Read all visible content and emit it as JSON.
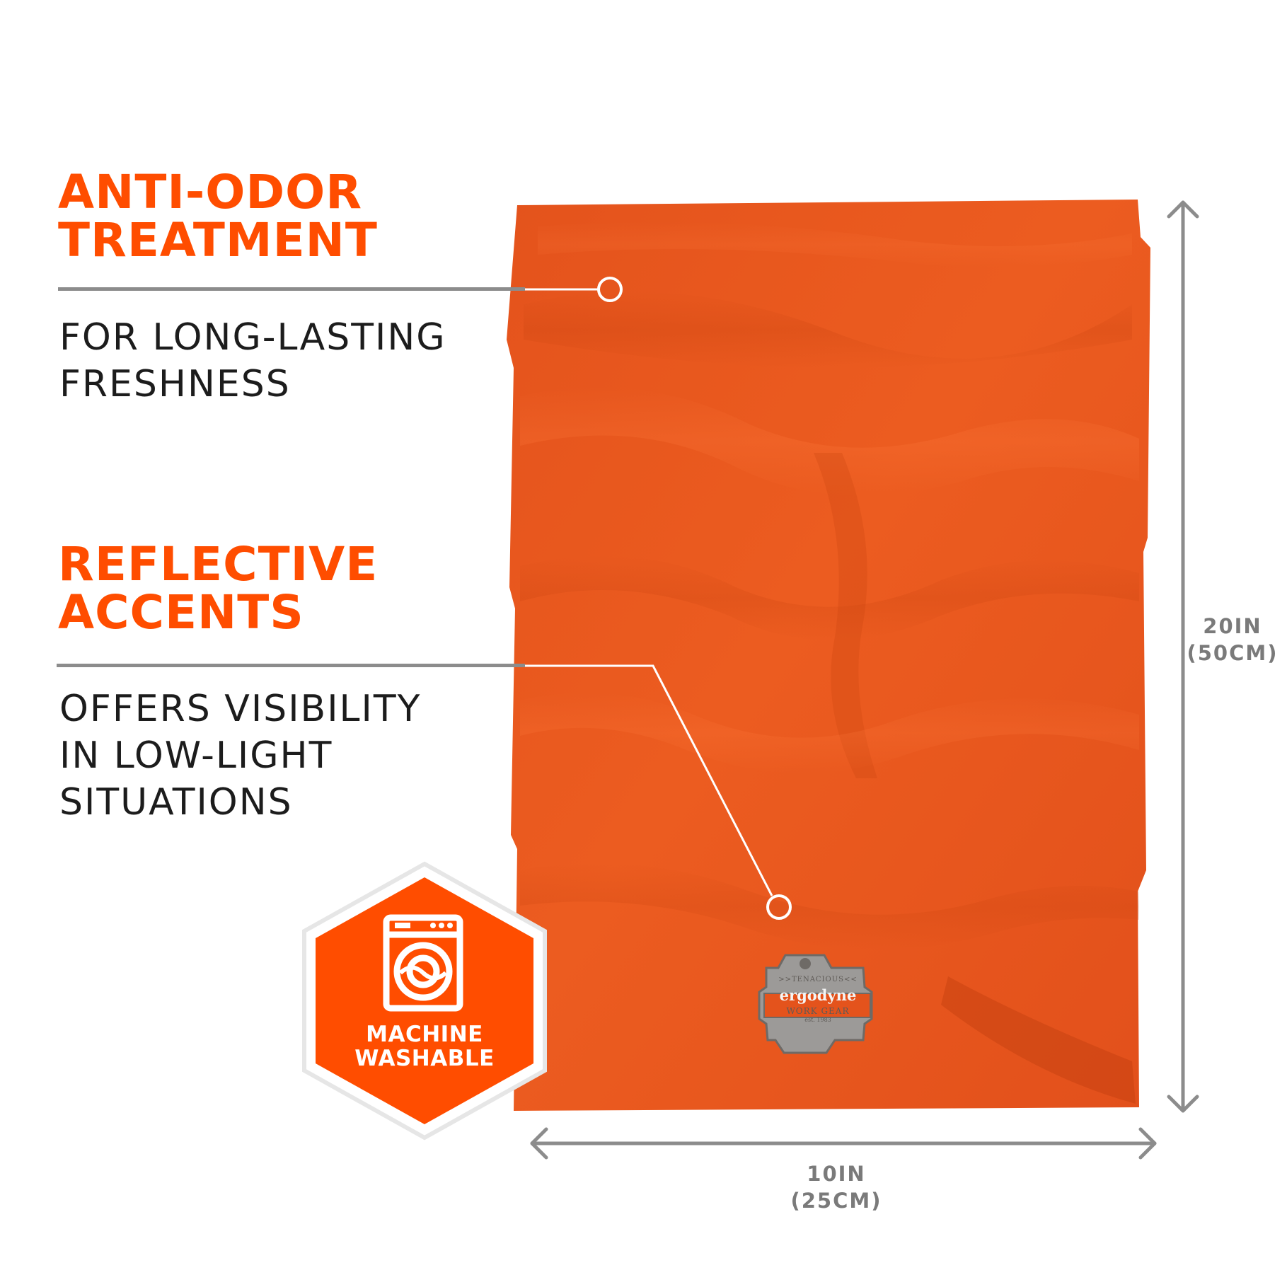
{
  "features": [
    {
      "heading_line1": "ANTI-ODOR",
      "heading_line2": "TREATMENT",
      "desc_line1": "FOR LONG-LASTING",
      "desc_line2": "FRESHNESS"
    },
    {
      "heading_line1": "REFLECTIVE",
      "heading_line2": "ACCENTS",
      "desc_line1": "OFFERS VISIBILITY",
      "desc_line2": "IN LOW-LIGHT",
      "desc_line3": "SITUATIONS"
    }
  ],
  "badge": {
    "icon": "washing-machine-icon",
    "line1": "MACHINE",
    "line2": "WASHABLE"
  },
  "dimensions": {
    "height_line1": "20IN",
    "height_line2": "(50CM)",
    "width_line1": "10IN",
    "width_line2": "(25CM)"
  },
  "logo": {
    "line1": ">>TENACIOUS<<",
    "line2": "ergodyne",
    "line3": "WORK GEAR",
    "line4": "est. 1983"
  },
  "colors": {
    "accent": "#ff4d00",
    "product": "#e8571e",
    "dimension": "#8c8c8c",
    "text": "#1c1c1c"
  }
}
